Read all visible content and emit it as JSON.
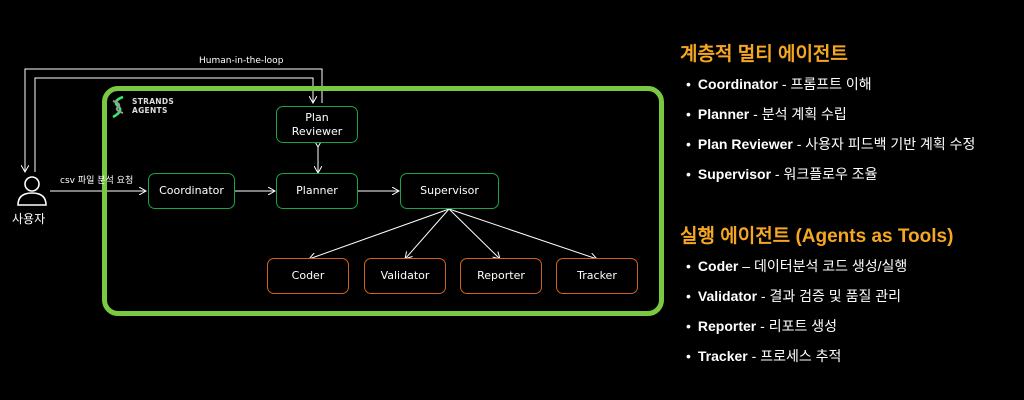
{
  "diagram": {
    "human_in_loop_label": "Human-in-the-loop",
    "request_label": "csv 파일 분석 요청",
    "user_label": "사용자",
    "logo": {
      "line1": "STRANDS",
      "line2": "AGENTS"
    },
    "nodes": {
      "coordinator": "Coordinator",
      "planner": "Planner",
      "plan_reviewer": "Plan Reviewer",
      "supervisor": "Supervisor",
      "coder": "Coder",
      "validator": "Validator",
      "reporter": "Reporter",
      "tracker": "Tracker"
    },
    "colors": {
      "frame": "#7ac943",
      "orchestrator_border": "#1aa34a",
      "tool_border": "#d0621b"
    }
  },
  "panel": {
    "section1": {
      "title": "계층적 멀티 에이전트",
      "items": [
        {
          "name": "Coordinator",
          "sep": " - ",
          "desc": "프롬프트 이해"
        },
        {
          "name": "Planner",
          "sep": " - ",
          "desc": "분석 계획 수립"
        },
        {
          "name": "Plan Reviewer",
          "sep": " - ",
          "desc": "사용자 피드백 기반 계획 수정"
        },
        {
          "name": "Supervisor",
          "sep": " - ",
          "desc": "워크플로우 조율"
        }
      ]
    },
    "section2": {
      "title": "실행 에이전트 (Agents as Tools)",
      "items": [
        {
          "name": "Coder",
          "sep": " – ",
          "desc": "데이터분석 코드 생성/실행"
        },
        {
          "name": "Validator",
          "sep": " - ",
          "desc": "결과 검증 및 품질 관리"
        },
        {
          "name": "Reporter",
          "sep": " - ",
          "desc": "리포트 생성"
        },
        {
          "name": "Tracker",
          "sep": " - ",
          "desc": "프로세스 추적"
        }
      ]
    },
    "title_color": "#f5a623"
  }
}
